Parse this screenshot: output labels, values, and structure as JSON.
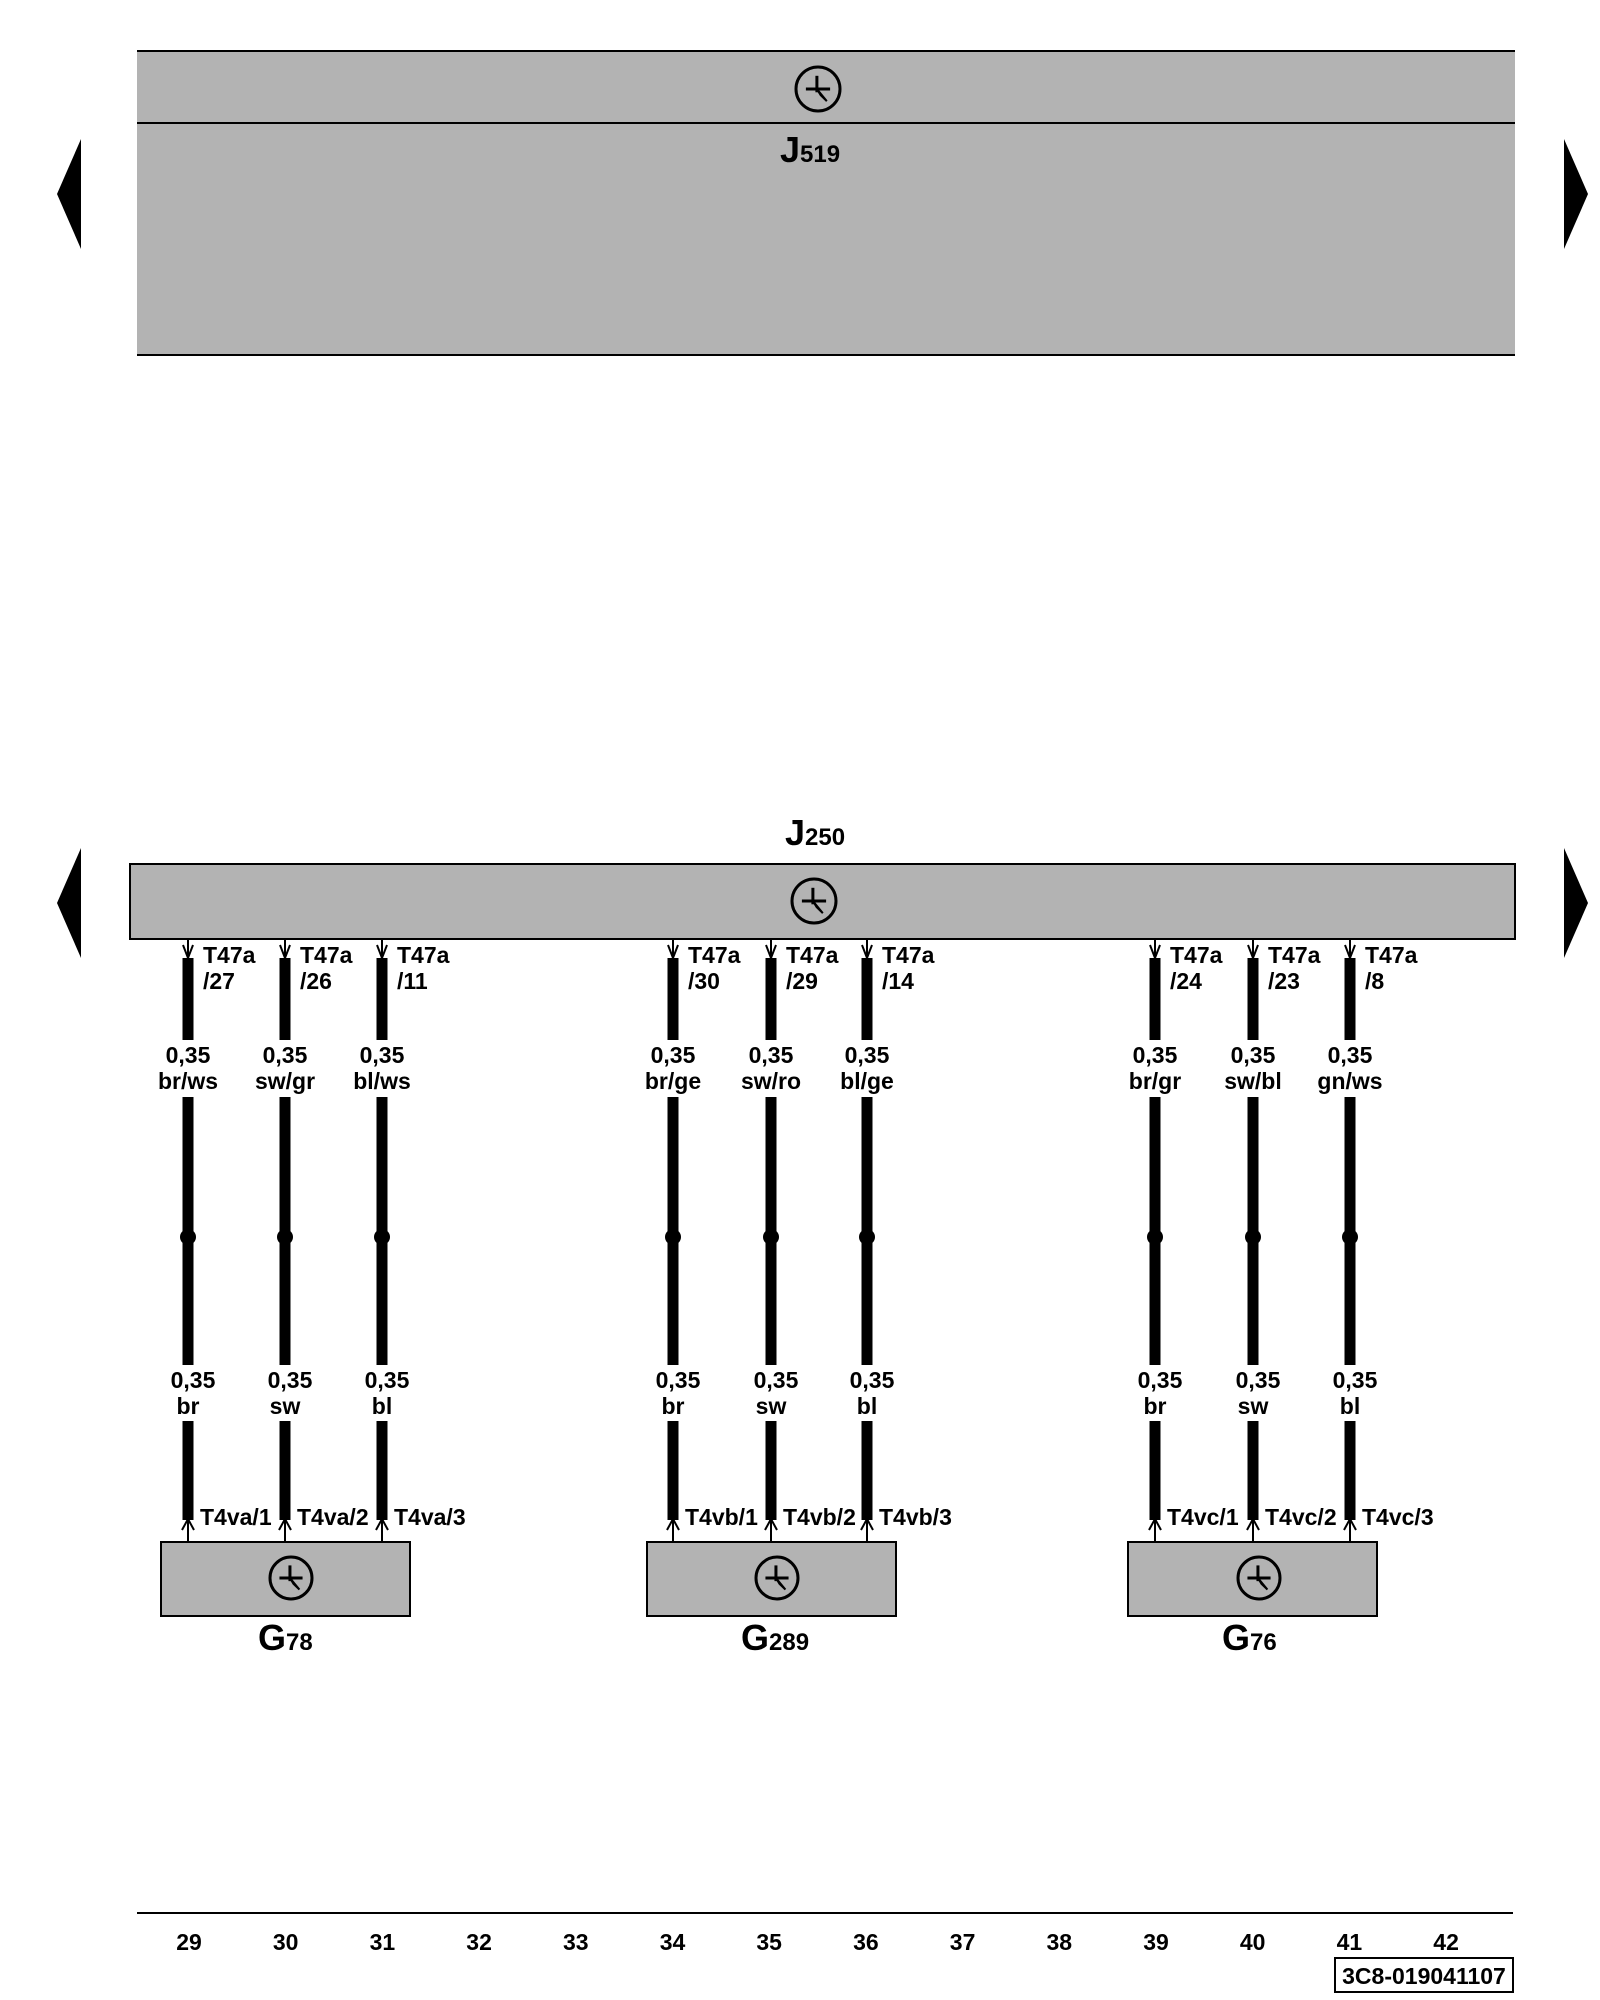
{
  "modules": {
    "top": {
      "letter": "J",
      "sub": "519"
    },
    "middle": {
      "letter": "J",
      "sub": "250"
    }
  },
  "groups": [
    {
      "component": {
        "letter": "G",
        "sub": "78"
      },
      "wires": [
        {
          "pin_a": "T47a",
          "pin_b": "/27",
          "size_top": "0,35",
          "color_top": "br/ws",
          "size_bottom": "0,35",
          "color_bottom": "br",
          "pin_lower": "T4va/1"
        },
        {
          "pin_a": "T47a",
          "pin_b": "/26",
          "size_top": "0,35",
          "color_top": "sw/gr",
          "size_bottom": "0,35",
          "color_bottom": "sw",
          "pin_lower": "T4va/2"
        },
        {
          "pin_a": "T47a",
          "pin_b": "/11",
          "size_top": "0,35",
          "color_top": "bl/ws",
          "size_bottom": "0,35",
          "color_bottom": "bl",
          "pin_lower": "T4va/3"
        }
      ]
    },
    {
      "component": {
        "letter": "G",
        "sub": "289"
      },
      "wires": [
        {
          "pin_a": "T47a",
          "pin_b": "/30",
          "size_top": "0,35",
          "color_top": "br/ge",
          "size_bottom": "0,35",
          "color_bottom": "br",
          "pin_lower": "T4vb/1"
        },
        {
          "pin_a": "T47a",
          "pin_b": "/29",
          "size_top": "0,35",
          "color_top": "sw/ro",
          "size_bottom": "0,35",
          "color_bottom": "sw",
          "pin_lower": "T4vb/2"
        },
        {
          "pin_a": "T47a",
          "pin_b": "/14",
          "size_top": "0,35",
          "color_top": "bl/ge",
          "size_bottom": "0,35",
          "color_bottom": "bl",
          "pin_lower": "T4vb/3"
        }
      ]
    },
    {
      "component": {
        "letter": "G",
        "sub": "76"
      },
      "wires": [
        {
          "pin_a": "T47a",
          "pin_b": "/24",
          "size_top": "0,35",
          "color_top": "br/gr",
          "size_bottom": "0,35",
          "color_bottom": "br",
          "pin_lower": "T4vc/1"
        },
        {
          "pin_a": "T47a",
          "pin_b": "/23",
          "size_top": "0,35",
          "color_top": "sw/bl",
          "size_bottom": "0,35",
          "color_bottom": "sw",
          "pin_lower": "T4vc/2"
        },
        {
          "pin_a": "T47a",
          "pin_b": "/8",
          "size_top": "0,35",
          "color_top": "gn/ws",
          "size_bottom": "0,35",
          "color_bottom": "bl",
          "pin_lower": "T4vc/3"
        }
      ]
    }
  ],
  "track_numbers": [
    "29",
    "30",
    "31",
    "32",
    "33",
    "34",
    "35",
    "36",
    "37",
    "38",
    "39",
    "40",
    "41",
    "42"
  ],
  "reference_code": "3C8-019041107",
  "colors": {
    "module_fill": "#b3b3b3",
    "line": "#000000",
    "background": "#ffffff"
  }
}
